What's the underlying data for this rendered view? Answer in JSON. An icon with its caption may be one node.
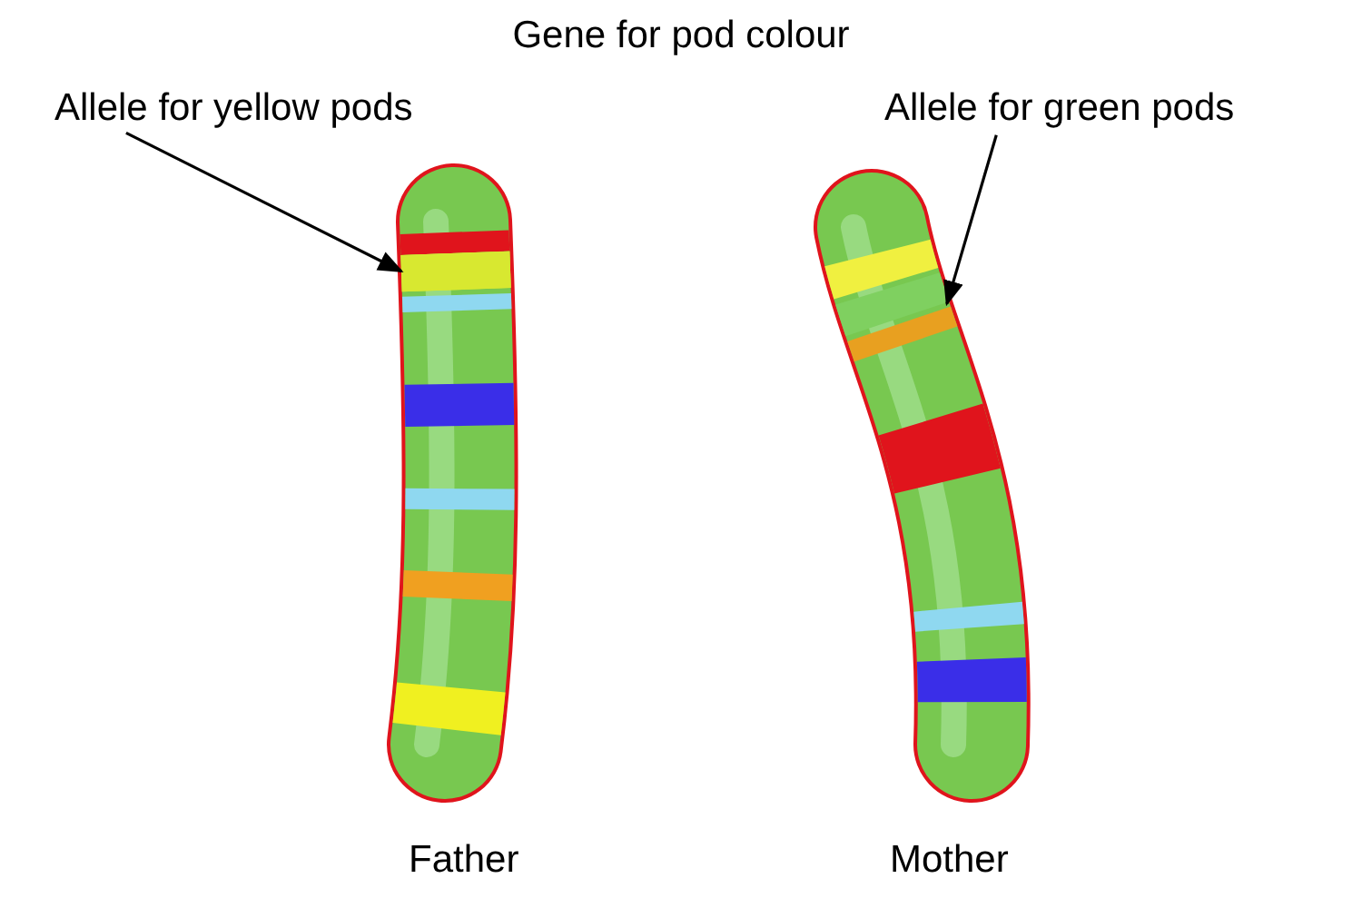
{
  "diagram": {
    "title": "Gene for pod colour",
    "nodes": [
      {
        "text": [
          "Allele for yellow pods"
        ]
      },
      {
        "text": [
          "Allele for green pods"
        ]
      },
      {
        "text": [],
        "shape": "picture",
        "beside": [
          "Father"
        ]
      },
      {
        "text": [],
        "shape": "picture",
        "beside": [
          "Mother"
        ]
      },
      {
        "text": [],
        "shape": "bar",
        "in": 2
      },
      {
        "text": [],
        "shape": "bar",
        "in": 3
      }
    ],
    "edges": [
      {
        "from": 0,
        "to": 4,
        "arrow": "to"
      },
      {
        "from": 1,
        "to": 5,
        "arrow": "to"
      }
    ]
  }
}
